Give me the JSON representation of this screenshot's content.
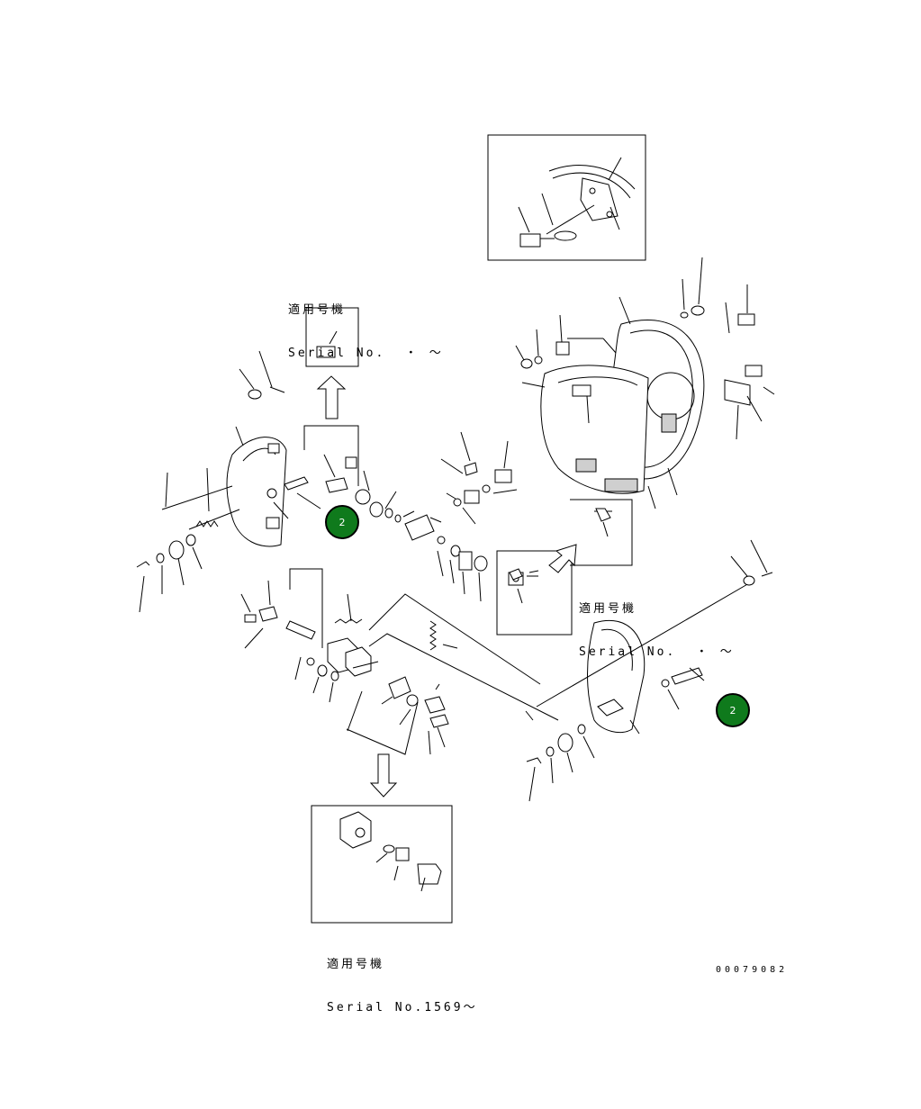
{
  "serial_notes": [
    {
      "jp": "適用号機",
      "en": "Serial No.  ・ ～"
    },
    {
      "jp": "適用号機",
      "en": "Serial No.  ・ ～"
    },
    {
      "jp": "適用号機",
      "en": "Serial No.1569～"
    }
  ],
  "callouts": [
    {
      "label": "2",
      "color": "#0f7a1c"
    },
    {
      "label": "2",
      "color": "#0f7a1c"
    }
  ],
  "drawing_number": "00079082"
}
